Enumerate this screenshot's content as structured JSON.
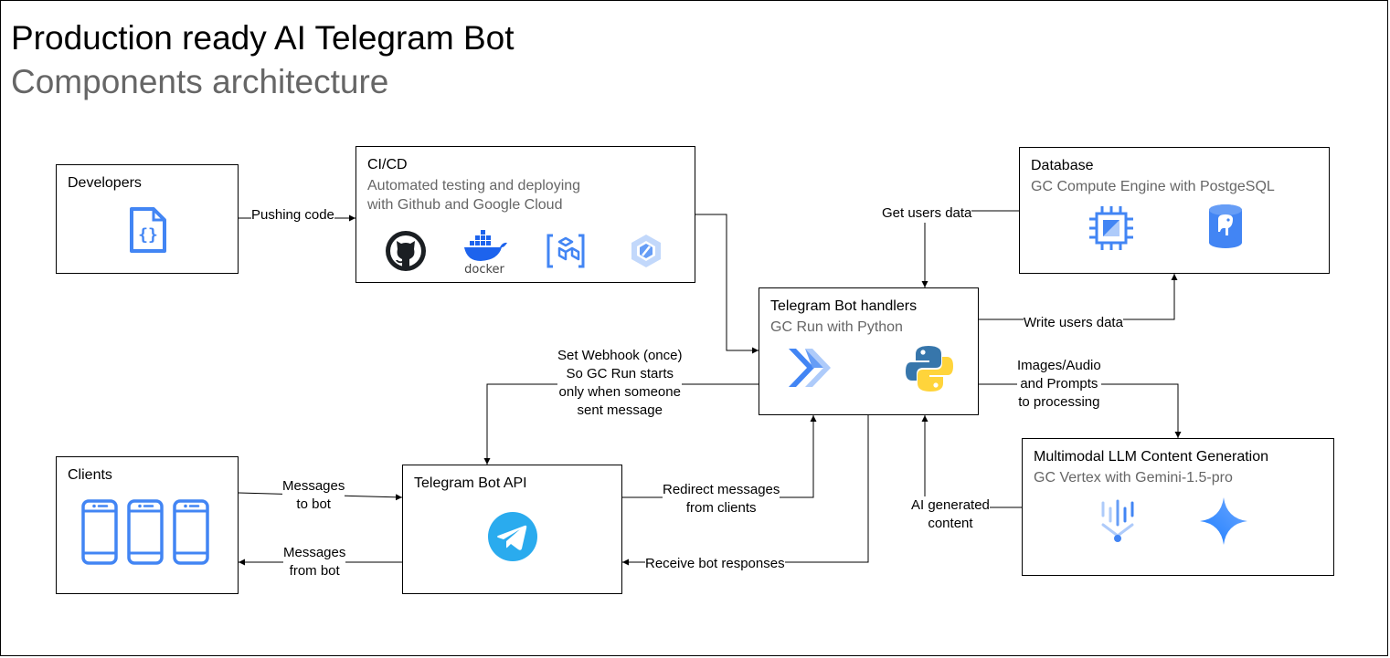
{
  "header": {
    "title": "Production ready AI Telegram Bot",
    "subtitle": "Components architecture"
  },
  "nodes": {
    "developers": {
      "title": "Developers",
      "icon": "code-file-icon"
    },
    "cicd": {
      "title": "CI/CD",
      "subtitle": "Automated testing and deploying\nwith Github and Google Cloud",
      "icons": [
        "github-icon",
        "docker-icon",
        "cloud-build-icon",
        "artifact-registry-icon"
      ],
      "docker_label": "docker"
    },
    "database": {
      "title": "Database",
      "subtitle": "GC Compute Engine with PostgeSQL",
      "icons": [
        "compute-engine-icon",
        "postgresql-icon"
      ]
    },
    "handlers": {
      "title": "Telegram Bot handlers",
      "subtitle": "GC Run with Python",
      "icons": [
        "cloud-run-icon",
        "python-icon"
      ]
    },
    "llm": {
      "title": "Multimodal LLM Content Generation",
      "subtitle": "GC Vertex with Gemini-1.5-pro",
      "icons": [
        "vertex-ai-icon",
        "gemini-icon"
      ]
    },
    "clients": {
      "title": "Clients",
      "icons": [
        "phone-icon",
        "phone-icon",
        "phone-icon"
      ]
    },
    "telegram_api": {
      "title": "Telegram Bot API",
      "icon": "telegram-icon"
    }
  },
  "edges": {
    "pushing_code": "Pushing code",
    "get_users_data": "Get users data",
    "write_users_data": "Write users data",
    "set_webhook": "Set Webhook (once)\nSo GC Run starts\nonly when someone\nsent message",
    "images_audio": "Images/Audio\nand Prompts\nto processing",
    "messages_to_bot": "Messages\nto bot",
    "messages_from_bot": "Messages\nfrom bot",
    "redirect_messages": "Redirect messages\nfrom clients",
    "receive_responses": "Receive bot responses",
    "ai_generated": "AI generated\ncontent"
  },
  "colors": {
    "google_blue": "#4285F4",
    "light_blue": "#AECBFA",
    "telegram_blue": "#2AABEE",
    "python_blue": "#3776AB",
    "python_yellow": "#FFD43B",
    "subtitle_gray": "#666666"
  }
}
